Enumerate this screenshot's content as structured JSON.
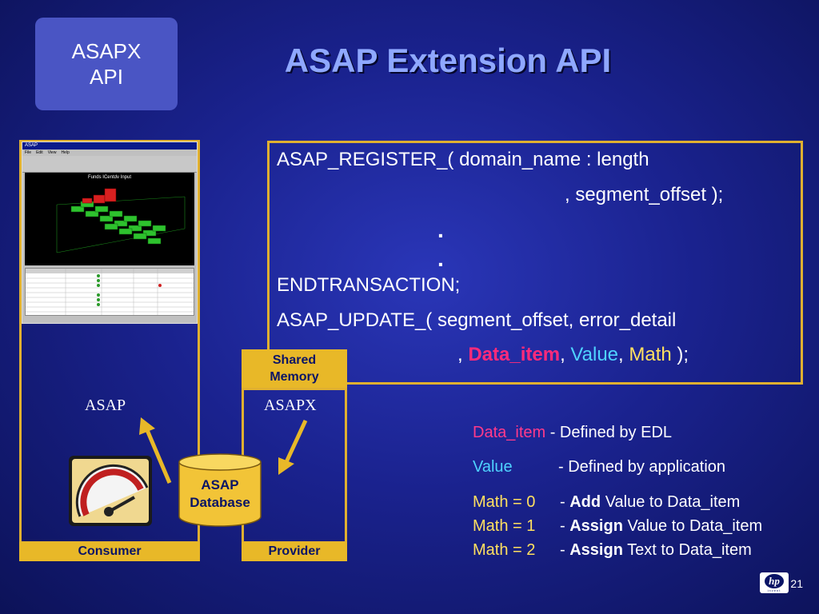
{
  "badge": {
    "line1": "ASAPX",
    "line2": "API"
  },
  "title": "ASAP Extension API",
  "code": {
    "line1": "ASAP_REGISTER_( domain_name : length",
    "line2": ", segment_offset );",
    "dot1": ".",
    "dot2": ".",
    "line3": "ENDTRANSACTION;",
    "line4": "ASAP_UPDATE_( segment_offset, error_detail",
    "line5_prefix": ",",
    "line5_item": "Data_item",
    "line5_sep1": ",",
    "line5_value": "Value",
    "line5_sep2": ",",
    "line5_math": "Math",
    "line5_end": ");"
  },
  "diagram": {
    "shared_memory": "Shared Memory",
    "asap_label": "ASAP",
    "asapx_label": "ASAPX",
    "database_line1": "ASAP",
    "database_line2": "Database",
    "consumer": "Consumer",
    "provider": "Provider"
  },
  "screenshot": {
    "window_title": "ASAP",
    "menu": [
      "File",
      "Edit",
      "View",
      "Help"
    ],
    "chart_title": "Funds ICentdv Input"
  },
  "notes": {
    "data_item_term": "Data_item",
    "data_item_def": "- Defined by EDL",
    "value_term": "Value",
    "value_def": "- Defined by application",
    "math0_term": "Math = 0",
    "math0_dash": "-",
    "math0_bold": "Add",
    "math0_rest": "Value to Data_item",
    "math1_term": "Math = 1",
    "math1_dash": "-",
    "math1_bold": "Assign",
    "math1_rest": "Value to Data_item",
    "math2_term": "Math = 2",
    "math2_dash": "-",
    "math2_bold": "Assign",
    "math2_rest": "Text to Data_item"
  },
  "footer": {
    "logo_text": "hp",
    "logo_sub": "invent",
    "page_number": "21"
  },
  "colors": {
    "accent_gold": "#e0b030",
    "title_blue": "#8fa8ff",
    "data_item_pink": "#ff2a7a",
    "value_cyan": "#4fd2ff",
    "math_yellow": "#ffe060"
  }
}
